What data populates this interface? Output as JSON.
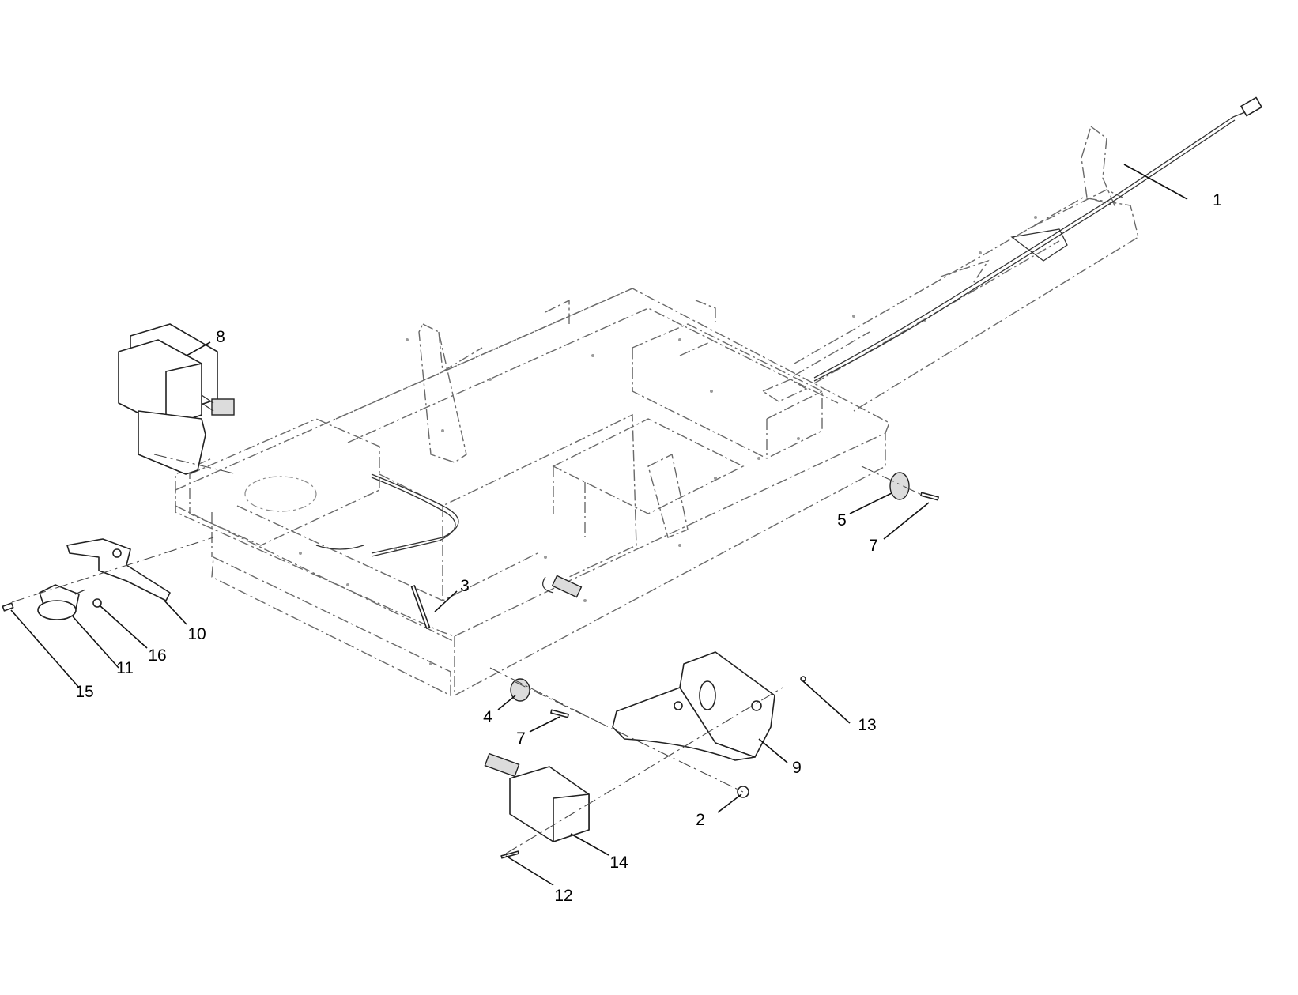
{
  "callouts": [
    {
      "id": "1",
      "label": "1"
    },
    {
      "id": "2",
      "label": "2"
    },
    {
      "id": "3",
      "label": "3"
    },
    {
      "id": "4",
      "label": "4"
    },
    {
      "id": "5",
      "label": "5"
    },
    {
      "id": "7a",
      "label": "7"
    },
    {
      "id": "7b",
      "label": "7"
    },
    {
      "id": "8",
      "label": "8"
    },
    {
      "id": "9",
      "label": "9"
    },
    {
      "id": "10",
      "label": "10"
    },
    {
      "id": "11",
      "label": "11"
    },
    {
      "id": "12",
      "label": "12"
    },
    {
      "id": "13",
      "label": "13"
    },
    {
      "id": "14",
      "label": "14"
    },
    {
      "id": "15",
      "label": "15"
    },
    {
      "id": "16",
      "label": "16"
    }
  ]
}
